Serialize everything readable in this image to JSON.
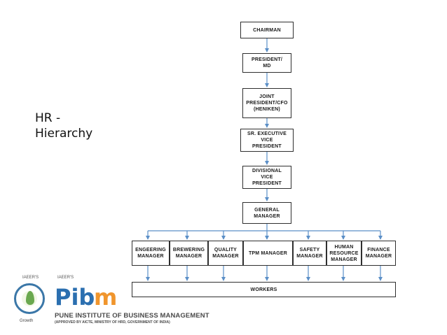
{
  "title_lines": [
    "HR -",
    "Hierarchy"
  ],
  "colors": {
    "connector": "#5b8fc7",
    "node_border": "#2f2f2f",
    "brand_blue": "#2b6fb0",
    "brand_orange": "#f0952d"
  },
  "nodes": {
    "chairman": "CHAIRMAN",
    "president": "PRESIDENT/\nMD",
    "joint_president": "JOINT\nPRESIDENT/CFO\n(HENIKEN)",
    "sr_evp": "SR. EXECUTIVE\nVICE\nPRESIDENT",
    "divisional_vp": "DIVISIONAL\nVICE\nPRESIDENT",
    "general_manager": "GENERAL\nMANAGER",
    "engineering_manager": "ENGEERING\nMANAGER",
    "brewering_manager": "BREWERING\nMANAGER",
    "quality_manager": "QUALITY\nMANAGER",
    "tpm_manager": "TPM MANAGER",
    "safety_manager": "SAFETY\nMANAGER",
    "hr_manager": "HUMAN\nRESOURCE\nMANAGER",
    "finance_manager": "FINANCE\nMANAGER",
    "workers": "WORKERS"
  },
  "logo": {
    "iaeer_left": "IAEER'S",
    "iaeer_right": "IAEER'S",
    "seal_caption": "Growth",
    "brand_short_blue": "Pib",
    "brand_short_orange": "m",
    "brand_name": "PUNE INSTITUTE OF BUSINESS MANAGEMENT",
    "brand_sub": "(APPROVED BY AICTE, MINISTRY OF HRD, GOVERNMENT OF INDIA)"
  }
}
